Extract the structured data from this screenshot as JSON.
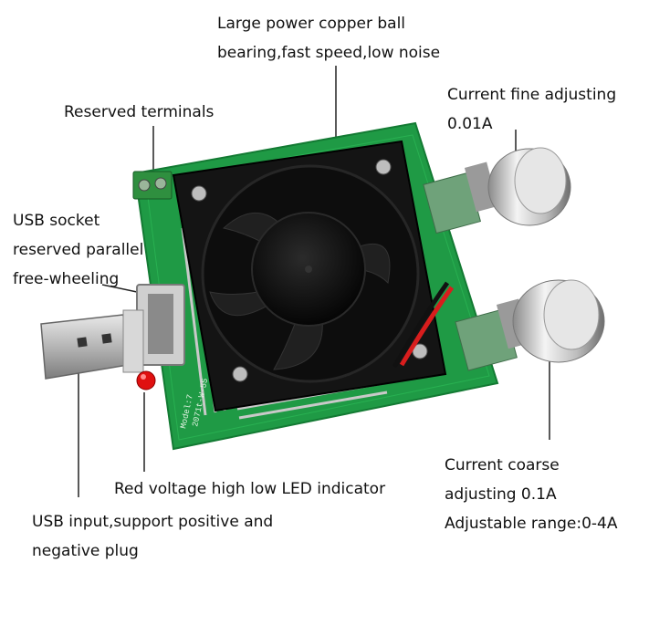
{
  "annotations": {
    "fan": [
      "Large power copper ball",
      "bearing,fast speed,low noise"
    ],
    "fine": [
      "Current fine adjusting",
      "0.01A"
    ],
    "terminals": [
      "Reserved terminals"
    ],
    "usb_socket": [
      "USB socket",
      "reserved parallel",
      "free-wheeling"
    ],
    "led": [
      "Red voltage high low LED indicator"
    ],
    "usb_input": [
      "USB input,support positive and",
      "negative plug"
    ],
    "coarse": [
      "Current coarse",
      "adjusting 0.1A",
      "Adjustable range:0-4A"
    ]
  },
  "board_print": {
    "model": "Model:7",
    "code": "2071t-W-55"
  },
  "colors": {
    "pcb": "#1f9a45",
    "fan": "#141414",
    "led": "#e01010",
    "knob": "#d8d8d8"
  }
}
